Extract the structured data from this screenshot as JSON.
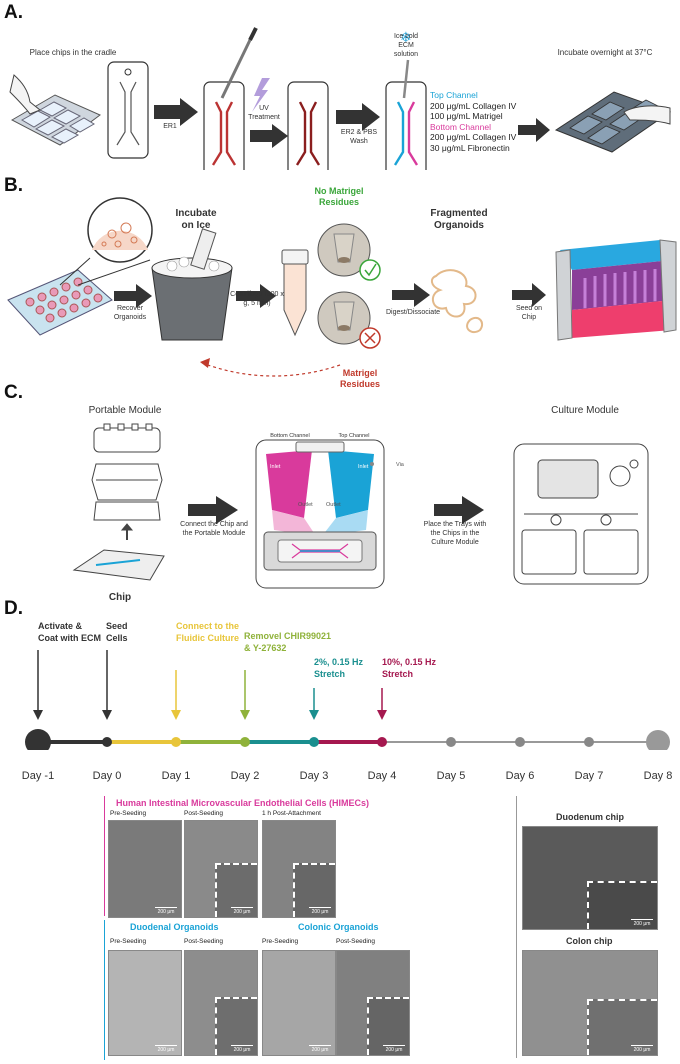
{
  "panels": {
    "a": "A.",
    "b": "B.",
    "c": "C.",
    "d": "D."
  },
  "a": {
    "place_chips": "Place chips in the cradle",
    "er1": "ER1",
    "uv": "UV Treatment",
    "er2": "ER2 & PBS Wash",
    "ice": "Ice cold ECM solution",
    "top_channel": "Top Channel",
    "top_1": "200 μg/mL Collagen IV",
    "top_2": "100 μg/mL Matrigel",
    "bottom_channel": "Bottom Channel",
    "bottom_1": "200 μg/mL Collagen IV",
    "bottom_2": "30 μg/mL Fibronectin",
    "incubate": "Incubate overnight at 37°C"
  },
  "b": {
    "incubate_ice": "Incubate on Ice",
    "recover": "Recover Organoids",
    "centrifuge": "Centrifuge (300 x g, 5 min)",
    "no_matrigel": "No Matrigel Residues",
    "matrigel": "Matrigel Residues",
    "fragmented": "Fragmented Organoids",
    "digest": "Digest/Dissociate",
    "seed": "Seed on Chip"
  },
  "c": {
    "portable": "Portable Module",
    "chip": "Chip",
    "connect": "Connect the Chip and the Portable Module",
    "bottom_channel": "Bottom Channel",
    "top_channel": "Top Channel",
    "inlet": "Inlet",
    "outlet": "Outlet",
    "via": "Via",
    "place": "Place the Trays with the Chips in the Culture Module",
    "culture": "Culture Module"
  },
  "d": {
    "events": [
      {
        "label": "Activate & Coat with ECM",
        "color": "#333333"
      },
      {
        "label": "Seed Cells",
        "color": "#333333"
      },
      {
        "label": "Connect to the Fluidic Culture",
        "color": "#e8c53a"
      },
      {
        "label": "Removel CHIR99021 & Y-27632",
        "color": "#8fb23a"
      },
      {
        "label": "2%, 0.15 Hz Stretch",
        "color": "#1a8f8f"
      },
      {
        "label": "10%, 0.15 Hz Stretch",
        "color": "#a5184f"
      }
    ],
    "days": [
      "Day -1",
      "Day 0",
      "Day 1",
      "Day 2",
      "Day 3",
      "Day 4",
      "Day 5",
      "Day 6",
      "Day 7",
      "Day 8"
    ],
    "himec_title": "Human Intestinal  Microvascular Endothelial Cells (HIMECs)",
    "pre_seeding": "Pre-Seeding",
    "post_seeding": "Post-Seeding",
    "post_attach": "1 h Post-Attachment",
    "duodenal": "Duodenal Organoids",
    "colonic": "Colonic Organoids",
    "duodenum_chip": "Duodenum chip",
    "colon_chip": "Colon chip",
    "scale": "200 μm"
  },
  "colors": {
    "top": "#1aa3d6",
    "bottom": "#d93a9c",
    "green": "#3aa63a",
    "red": "#c0392b"
  }
}
